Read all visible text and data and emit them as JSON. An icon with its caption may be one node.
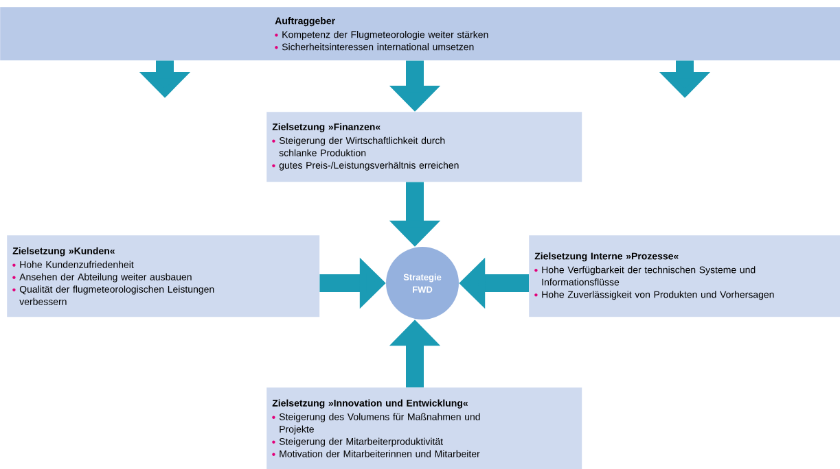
{
  "diagram": {
    "nodes": [
      {
        "text": [
          "Auftraggeber",
          "Kompetenz der Flugmeteorologie weiter stärken",
          "Sicherheitsinteressen international umsetzen"
        ]
      },
      {
        "text": [
          "Zielsetzung »Finanzen«",
          "Steigerung der Wirtschaftlichkeit durch schlanke Produktion",
          "gutes Preis-/Leistungsverhältnis erreichen"
        ]
      },
      {
        "text": [
          "Zielsetzung »Kunden«",
          "Hohe Kundenzufriedenheit",
          "Ansehen der Abteilung weiter ausbauen",
          "Qualität der flugmeteorologischen Leistungen verbessern"
        ]
      },
      {
        "text": [
          "Zielsetzung Interne »Prozesse«",
          "Hohe Verfügbarkeit der technischen Systeme und Informationsflüsse",
          "Hohe Zuverlässigkeit von Produkten und Vorhersagen"
        ]
      },
      {
        "text": [
          "Strategie FWD"
        ]
      },
      {
        "text": [
          "Zielsetzung »Innovation und Entwicklung«",
          "Steigerung des Volumens für Maßnahmen und Projekte",
          "Steigerung der Mitarbeiterproduktivität",
          "Motivation der Mitarbeiterinnen und Mitarbeiter"
        ]
      }
    ],
    "edges": [
      {
        "from": 0,
        "to": null,
        "arrow": "to"
      },
      {
        "from": 0,
        "to": 1,
        "arrow": "to"
      },
      {
        "from": 0,
        "to": null,
        "arrow": "to"
      },
      {
        "from": 1,
        "to": 4,
        "arrow": "to"
      },
      {
        "from": 2,
        "to": 4,
        "arrow": "to"
      },
      {
        "from": 3,
        "to": 4,
        "arrow": "to"
      },
      {
        "from": 5,
        "to": 4,
        "arrow": "to"
      }
    ]
  }
}
